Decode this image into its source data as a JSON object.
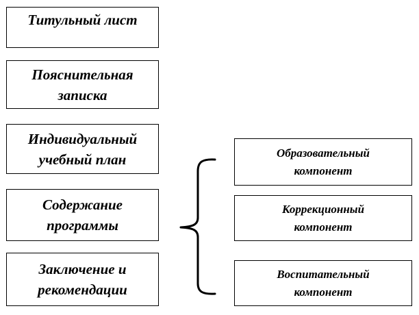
{
  "left_blocks": [
    "Титульный лист",
    "Пояснительная\nзаписка",
    "Индивидуальный\nучебный план",
    "Содержание\nпрограммы",
    "Заключение и\nрекомендации"
  ],
  "right_blocks": [
    "Образовательный\nкомпонент",
    "Коррекционный\nкомпонент",
    "Воспитательный\nкомпонент"
  ]
}
